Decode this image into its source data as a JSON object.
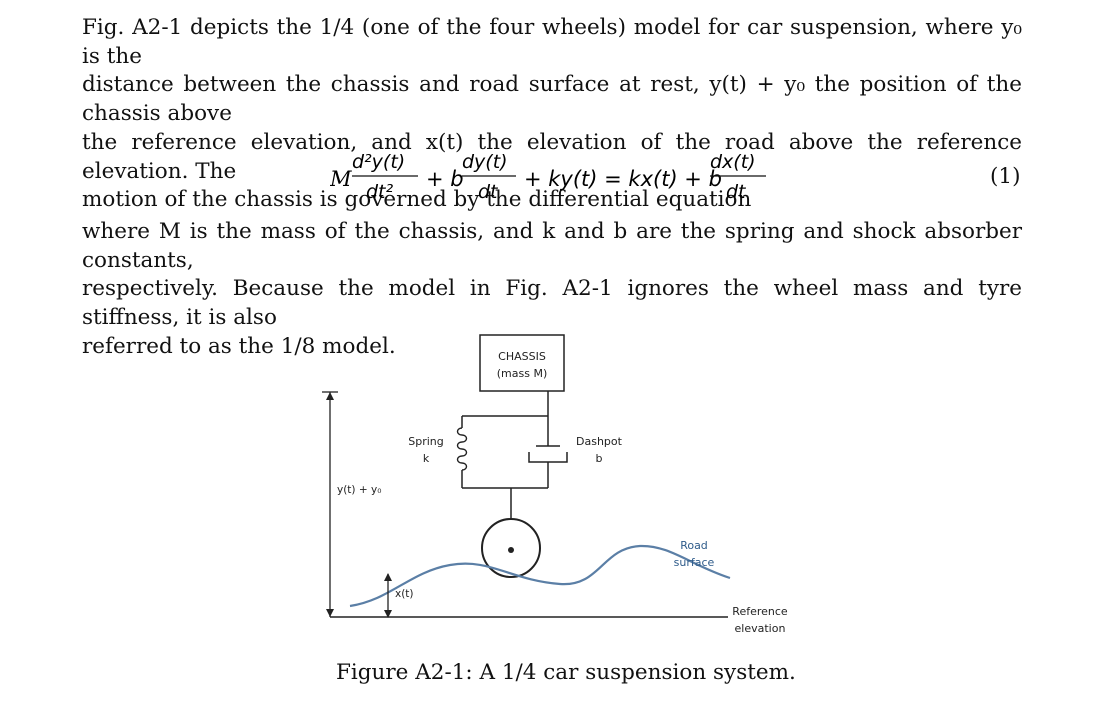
{
  "paragraph1": [
    "Fig. A2-1 depicts the 1/4 (one of the four wheels) model for car suspension, where y₀ is the",
    "distance between the chassis and road surface at rest, y(t) + y₀ the position of the chassis above",
    "the reference elevation, and x(t) the elevation of the road above the reference elevation. The",
    "motion of the chassis is governed by the differential equation"
  ],
  "equation": {
    "M": "M",
    "d2y_num": "d²y(t)",
    "d2y_den": "dt²",
    "plus_b1": "+ b",
    "dy_num": "dy(t)",
    "dy_den": "dt",
    "middle": "+ ky(t) = kx(t) + b",
    "dx_num": "dx(t)",
    "dx_den": "dt",
    "number": "(1)"
  },
  "paragraph2": [
    "where M is the mass of the chassis, and k and b are the spring and shock absorber constants,",
    "respectively. Because the model in Fig. A2-1 ignores the wheel mass and tyre stiffness, it is also",
    "referred to as the 1/8 model."
  ],
  "figure": {
    "chassis_line1": "CHASSIS",
    "chassis_line2": "(mass M)",
    "spring_label": "Spring",
    "spring_const": "k",
    "dashpot_label": "Dashpot",
    "dashpot_const": "b",
    "y_label": "y(t) + y₀",
    "x_label": "x(t)",
    "road_line1": "Road",
    "road_line2": "surface",
    "ref_line1": "Reference",
    "ref_line2": "elevation",
    "road_color": "#5b7fa6",
    "road_label_color": "#2e5b8a"
  },
  "caption": "Figure A2-1: A 1/4 car suspension system."
}
